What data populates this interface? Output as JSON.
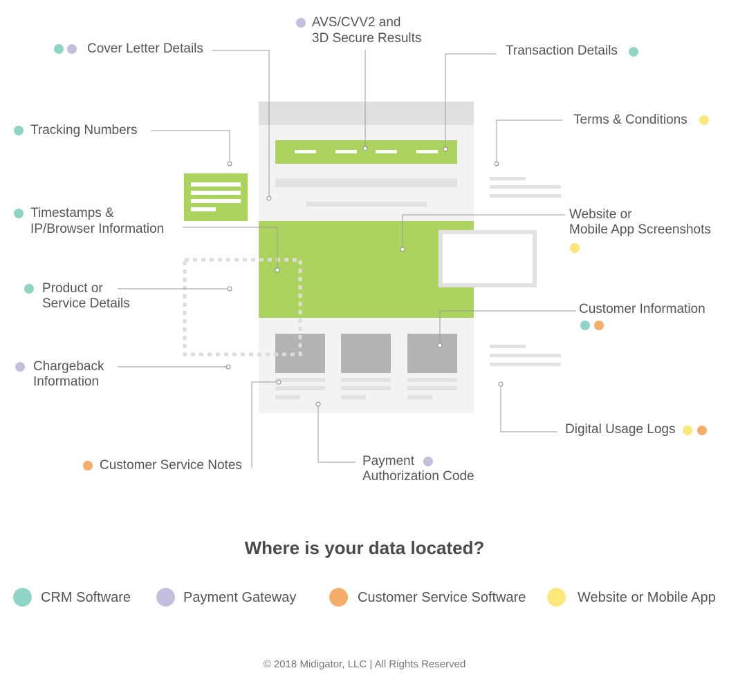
{
  "colors": {
    "crm": "#8fd4c4",
    "payment": "#c3bedc",
    "service": "#f4ae6a",
    "website": "#fbe87a",
    "green": "#acd35d",
    "panel": "#f3f3f3",
    "header": "#e0e0e0",
    "line": "#999999"
  },
  "labels": {
    "cover_letter": "Cover Letter Details",
    "avs_line1": "AVS/CVV2 and",
    "avs_line2": "3D Secure Results",
    "transaction": "Transaction Details",
    "tracking": "Tracking Numbers",
    "terms": "Terms & Conditions",
    "timestamps_line1": "Timestamps &",
    "timestamps_line2": "IP/Browser Information",
    "website_screens_line1": "Website or",
    "website_screens_line2": "Mobile App Screenshots",
    "product_line1": "Product or",
    "product_line2": "Service Details",
    "customer_info": "Customer Information",
    "chargeback_line1": "Chargeback",
    "chargeback_line2": "Information",
    "digital_usage": "Digital Usage Logs",
    "cs_notes": "Customer Service Notes",
    "payment_auth_line1": "Payment",
    "payment_auth_line2": "Authorization Code"
  },
  "question": "Where is your data located?",
  "legend": {
    "crm": "CRM Software",
    "payment": "Payment Gateway",
    "service": "Customer Service Software",
    "website": "Website or Mobile App"
  },
  "footer": "© 2018 Midigator, LLC | All Rights Reserved"
}
